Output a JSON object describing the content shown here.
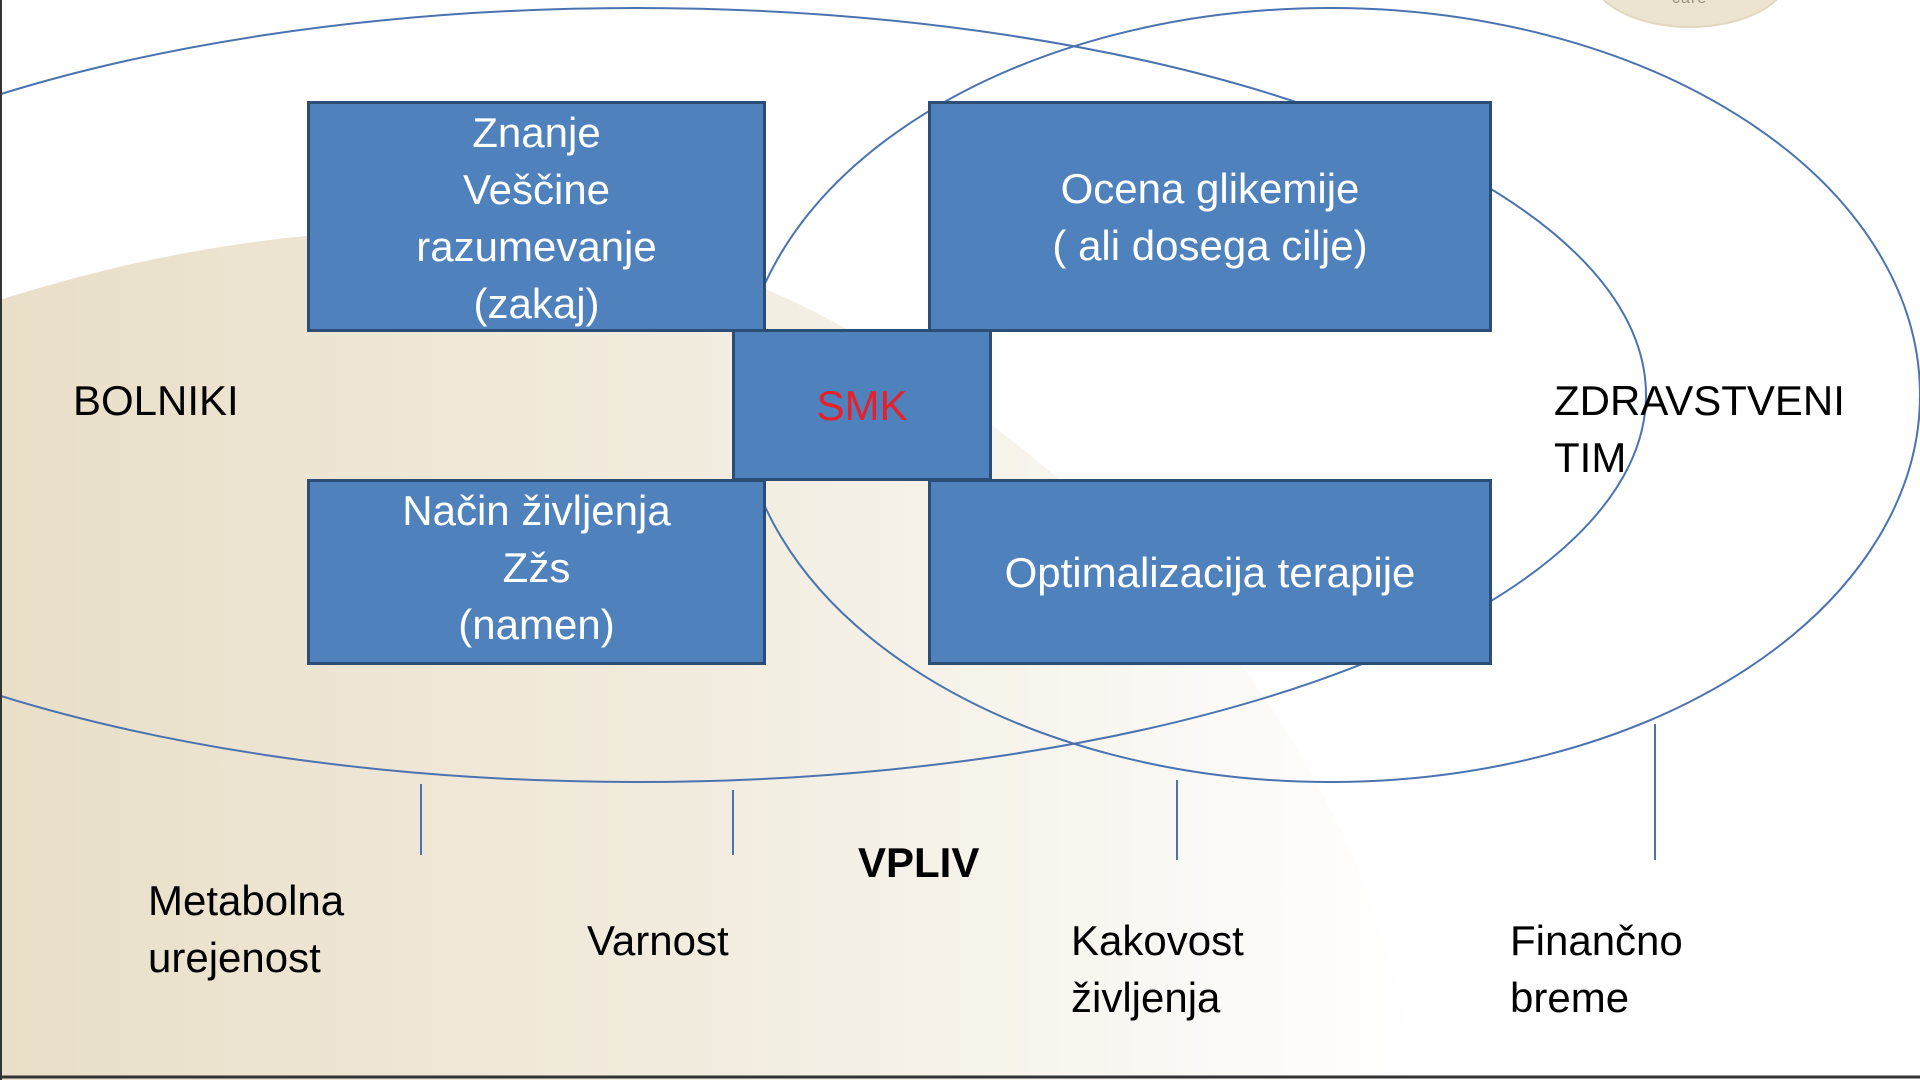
{
  "diagram": {
    "boxes": {
      "top_left": [
        "Znanje",
        "Veščine",
        "razumevanje",
        "(zakaj)"
      ],
      "top_right": [
        "Ocena glikemije",
        "( ali dosega cilje)"
      ],
      "center": "SMK",
      "bottom_left": [
        "Način življenja",
        "Zžs",
        "(namen)"
      ],
      "bottom_right": "Optimalizacija terapije"
    },
    "left_label": "BOLNIKI",
    "right_label": [
      "ZDRAVSTVENI",
      "TIM"
    ],
    "impact_label": "VPLIV",
    "outcomes": {
      "metabolic": [
        "Metabolna",
        "urejenost"
      ],
      "safety": "Varnost",
      "quality": [
        "Kakovost",
        "življenja"
      ],
      "financial": [
        "Finančno",
        "breme"
      ]
    },
    "colors": {
      "box_fill": "#4f81bd",
      "box_border": "#2c4d75",
      "center_text": "#e8202a",
      "ellipse_stroke": "#4a73b0",
      "background_wave": "#ede5d2"
    }
  },
  "logo": {
    "text": "care"
  }
}
